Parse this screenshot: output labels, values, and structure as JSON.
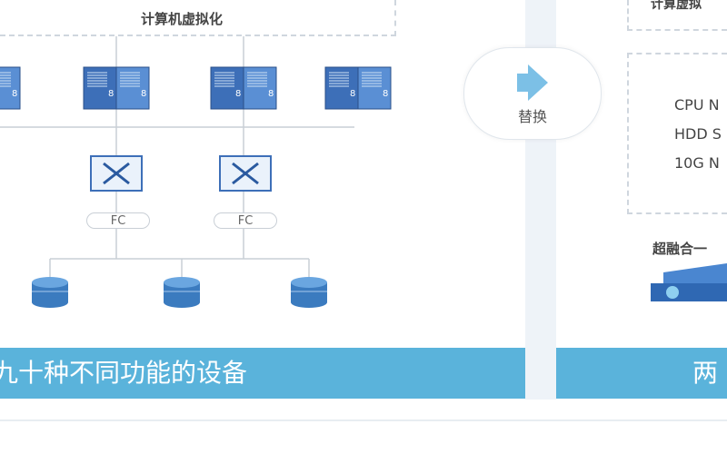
{
  "virtualization_label": "计算机虚拟化",
  "replace_label": "替换",
  "fc_labels": [
    "FC",
    "FC"
  ],
  "left_banner": "九十种不同功能的设备",
  "right_banner": "两",
  "right_top_label": "计算虚拟",
  "specs": [
    "CPU N",
    "HDD S",
    "10G N"
  ],
  "hci_label": "超融合一",
  "server_digit": "8",
  "colors": {
    "banner": "#5ab3db",
    "server": "#3d6fb8",
    "disk": "#3b7bbf",
    "arrow": "#7cc0e6"
  }
}
